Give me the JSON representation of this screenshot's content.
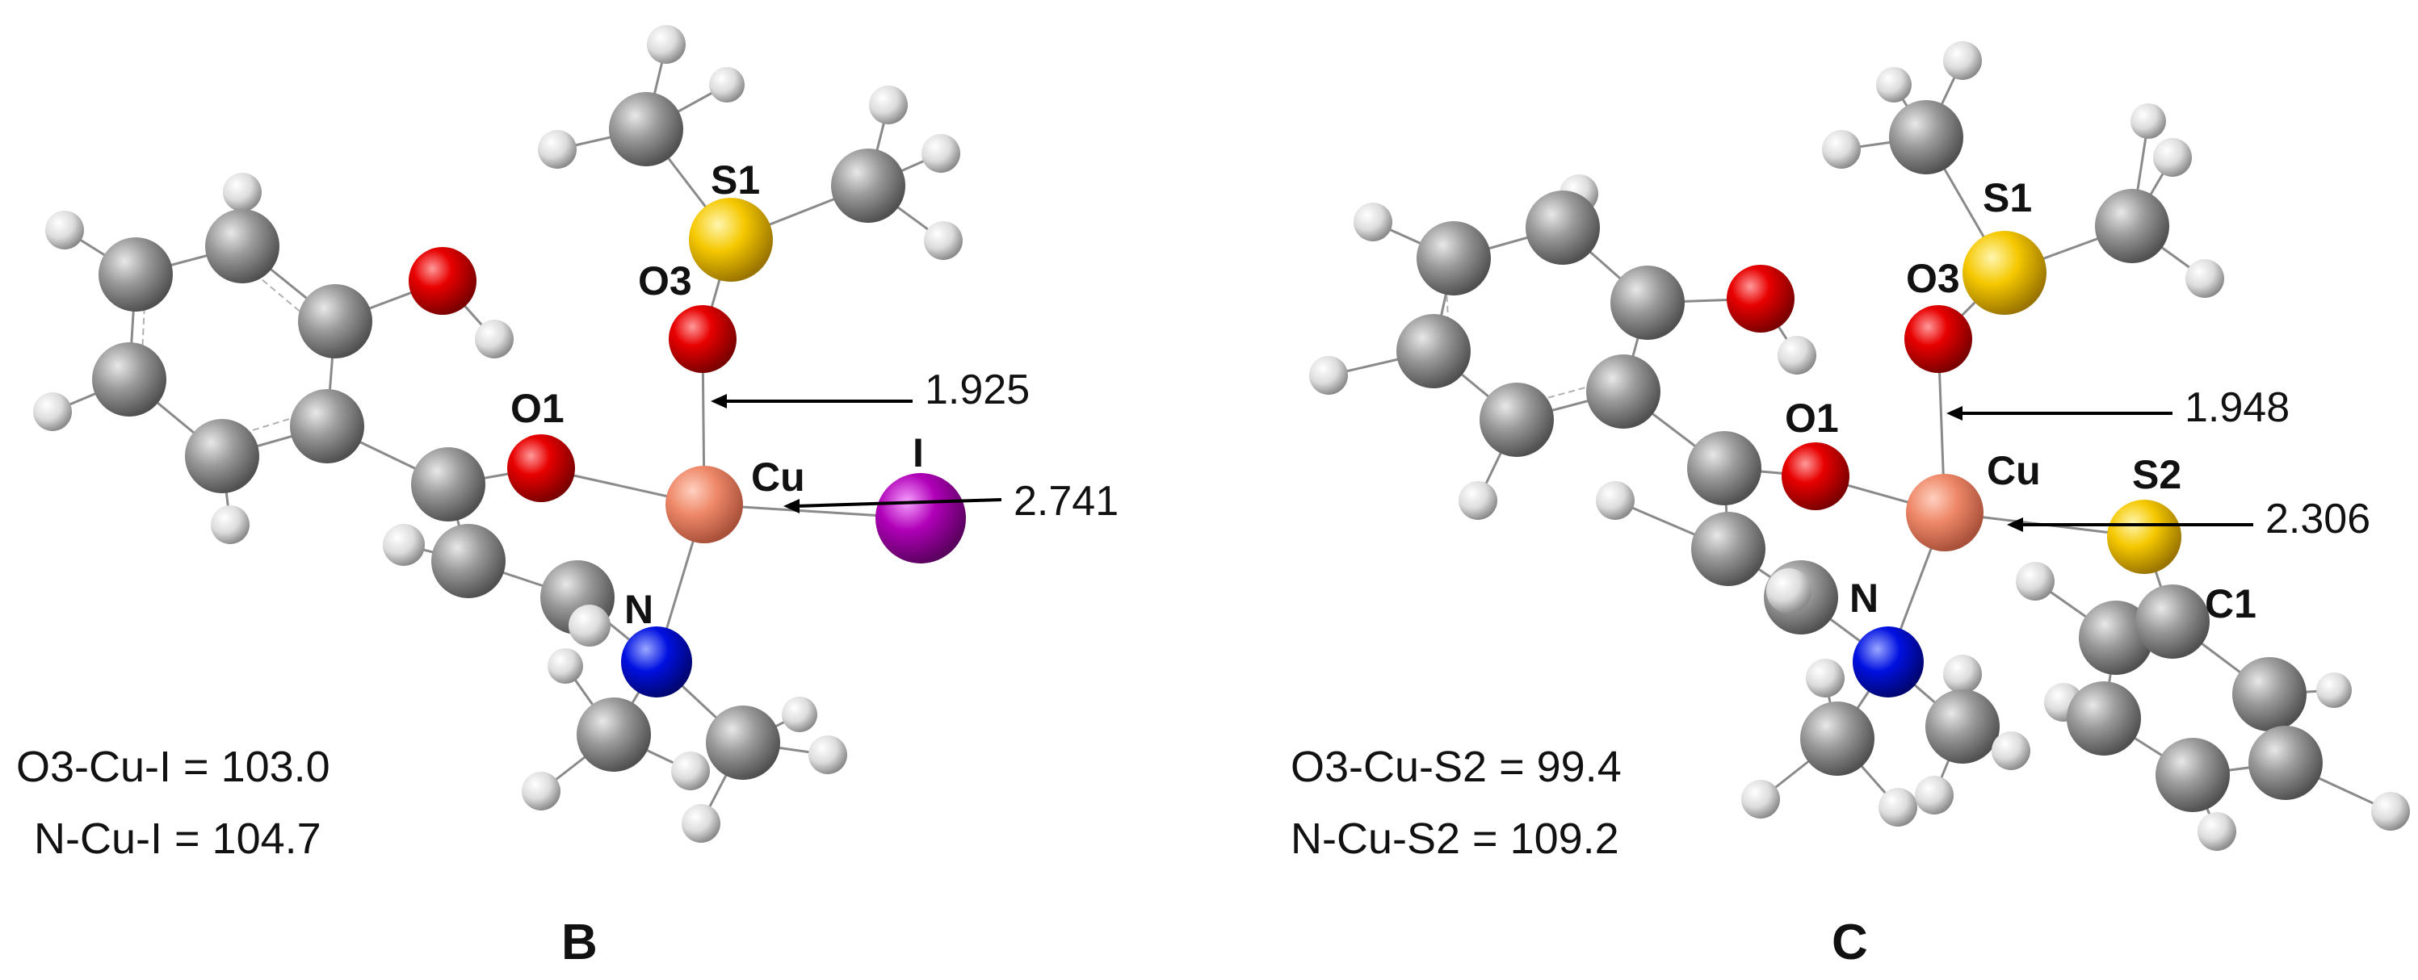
{
  "panels": [
    {
      "panel_label": "B",
      "atom_labels": {
        "s1": "S1",
        "o3": "O3",
        "o1": "O1",
        "cu": "Cu",
        "x": "I",
        "n": "N"
      },
      "distances": [
        "1.925",
        "2.741"
      ],
      "angles": [
        "O3-Cu-I = 103.0",
        "N-Cu-I = 104.7"
      ]
    },
    {
      "panel_label": "C",
      "atom_labels": {
        "s1": "S1",
        "o3": "O3",
        "o1": "O1",
        "cu": "Cu",
        "x": "S2",
        "n": "N",
        "c1": "C1"
      },
      "distances": [
        "1.948",
        "2.306"
      ],
      "angles": [
        "O3-Cu-S2 = 99.4",
        "N-Cu-S2 = 109.2"
      ]
    }
  ],
  "colors": {
    "carbon": "#8c8c8c",
    "hydrogen": "#e6e6e6",
    "oxygen": "#e00000",
    "sulfur": "#f2c400",
    "copper": "#f08a6a",
    "iodine": "#b000b8",
    "nitrogen": "#0010e0"
  }
}
